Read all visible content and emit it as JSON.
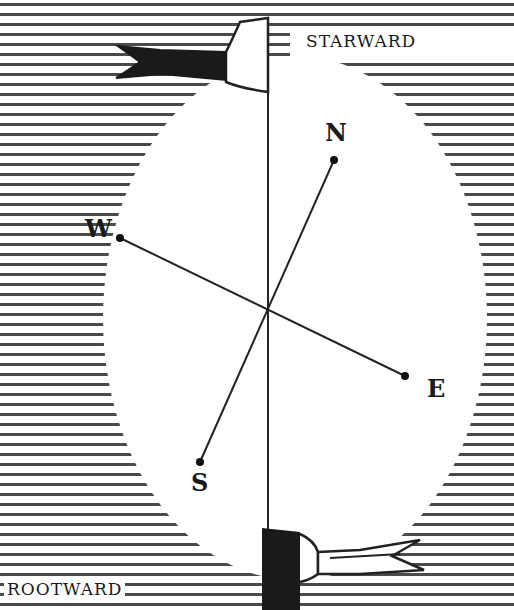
{
  "diagram": {
    "labels": [
      "STARWARD",
      "N",
      "W",
      "E",
      "S",
      "ROOTWARD"
    ]
  }
}
